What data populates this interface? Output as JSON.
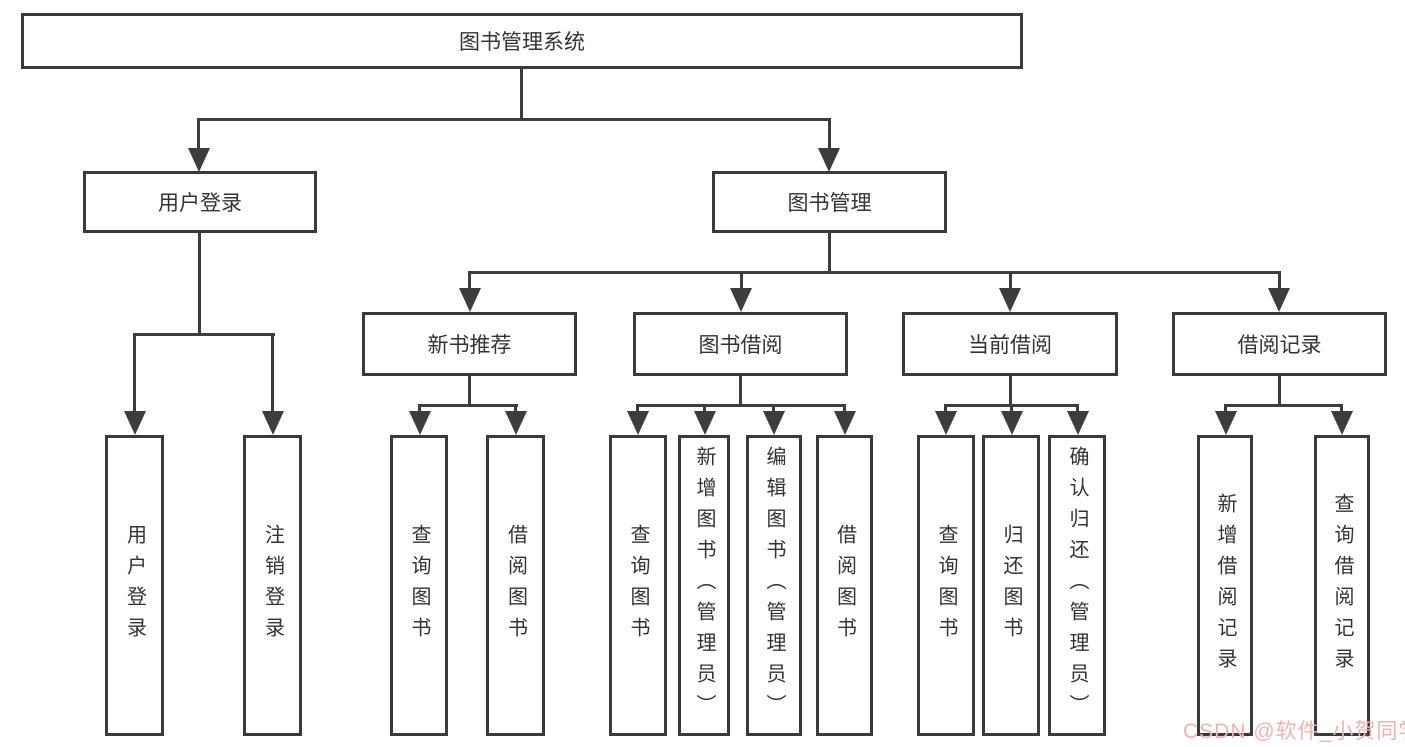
{
  "diagram": {
    "title": "图书管理系统",
    "line_color": "#3d3d3d",
    "text_color": "#333333",
    "branches": {
      "user_login": {
        "label": "用户登录",
        "children": {
          "login": "用户登录",
          "logout": "注销登录"
        }
      },
      "book_mgmt": {
        "label": "图书管理",
        "sections": {
          "new_book": {
            "label": "新书推荐",
            "children": {
              "query": "查询图书",
              "borrow": "借阅图书"
            }
          },
          "borrowing": {
            "label": "图书借阅",
            "children": {
              "query": "查询图书",
              "add": "新增图书（管理员）",
              "edit": "编辑图书（管理员）",
              "borrow": "借阅图书"
            }
          },
          "current": {
            "label": "当前借阅",
            "children": {
              "query": "查询图书",
              "return": "归还图书",
              "confirm": "确认归还（管理员）"
            }
          },
          "records": {
            "label": "借阅记录",
            "children": {
              "add": "新增借阅记录",
              "query": "查询借阅记录"
            }
          }
        }
      }
    }
  },
  "watermark": {
    "text": "CSDN @软件_小贺同学",
    "color": "#f2b3ae"
  }
}
